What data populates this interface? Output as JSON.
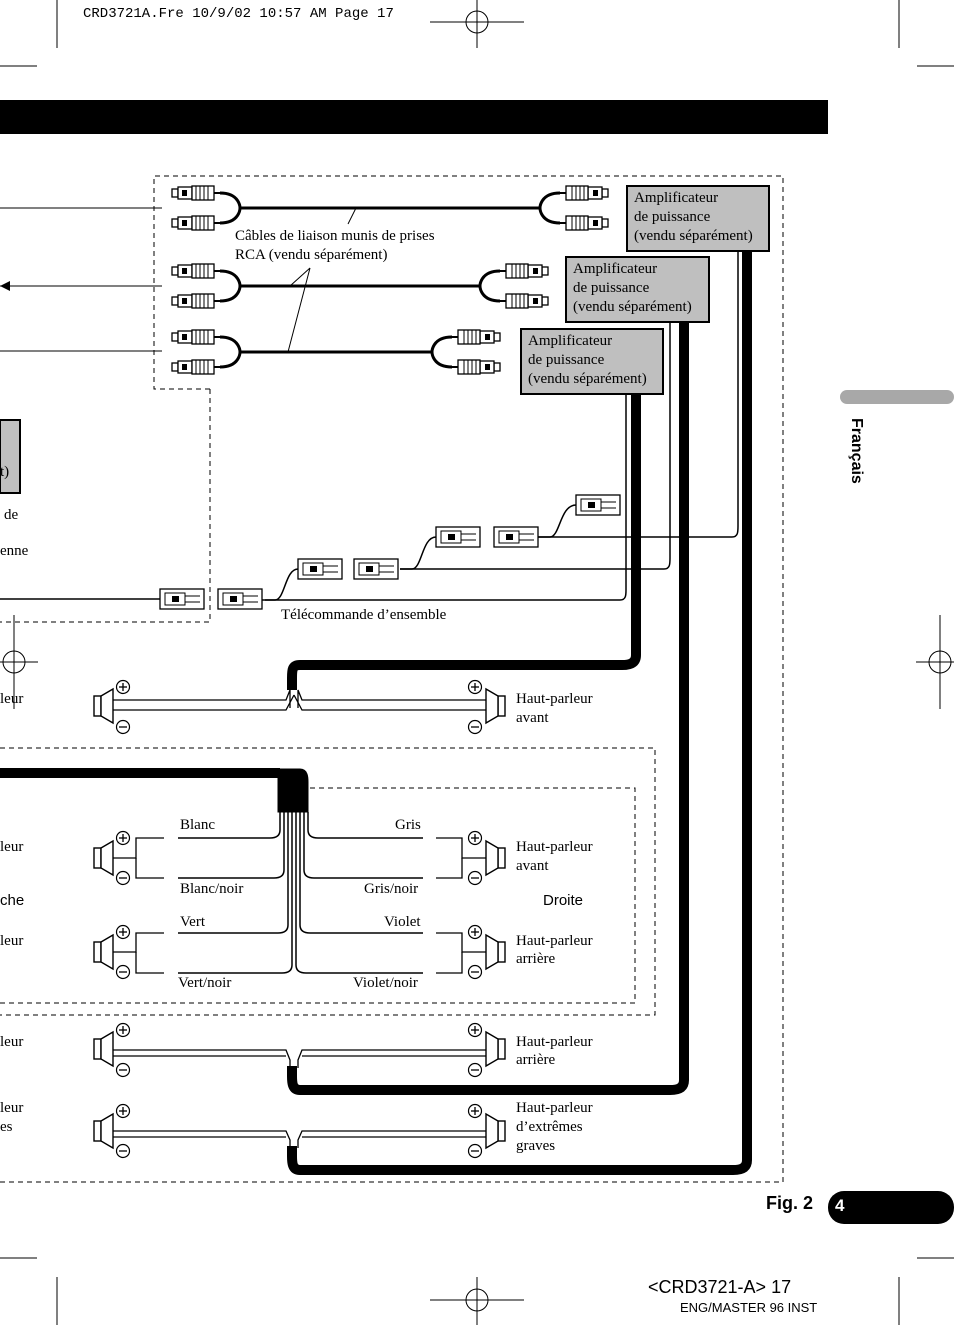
{
  "header": {
    "print_slug": "CRD3721A.Fre  10/9/02 10:57 AM  Page 17"
  },
  "side_tab": {
    "language": "Français"
  },
  "labels": {
    "rca_cables": [
      "Câbles de liaison munis de prises",
      "RCA (vendu séparément)"
    ],
    "amplifier": [
      "Amplificateur",
      "de puissance",
      "(vendu séparément)"
    ],
    "system_remote": "Télécommande d’ensemble",
    "left_fragments": [
      "t)",
      "de",
      "enne",
      "leur",
      "leur",
      "che",
      "leur",
      "leur",
      "leur",
      "es"
    ],
    "right_group": "Droite",
    "speakers": {
      "front": [
        "Haut-parleur",
        "avant"
      ],
      "rear": [
        "Haut-parleur",
        "arrière"
      ],
      "sub": [
        "Haut-parleur",
        "d’extrêmes",
        "graves"
      ]
    },
    "wires": {
      "white": "Blanc",
      "white_black": "Blanc/noir",
      "green": "Vert",
      "green_black": "Vert/noir",
      "gray": "Gris",
      "gray_black": "Gris/noir",
      "violet": "Violet",
      "violet_black": "Violet/noir"
    },
    "plus": "+",
    "minus": "−"
  },
  "figure": {
    "label": "Fig. 2"
  },
  "page": {
    "number": "4"
  },
  "footer": {
    "doc_ref": "<CRD3721-A> 17",
    "master": "ENG/MASTER 96 INST"
  }
}
